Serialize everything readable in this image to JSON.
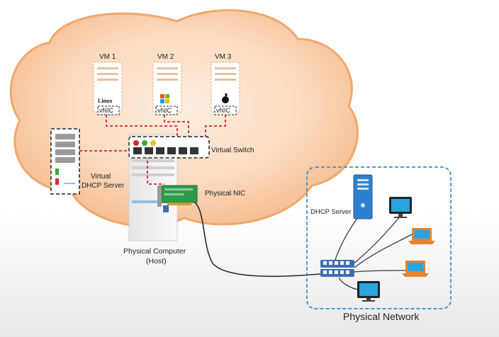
{
  "virtual_machines": [
    {
      "label": "VM 1",
      "os_label": "Linux",
      "nic_label": "vNIC"
    },
    {
      "label": "VM 2",
      "os_label": "",
      "nic_label": "vNIC"
    },
    {
      "label": "VM 3",
      "os_label": "",
      "nic_label": "vNIC"
    }
  ],
  "virtual_switch": {
    "label": "Virtual Switch"
  },
  "virtual_dhcp": {
    "label_line1": "Virtual",
    "label_line2": "DHCP Server"
  },
  "physical_nic": {
    "label": "Physical NIC"
  },
  "host": {
    "label_line1": "Physical Computer",
    "label_line2": "(Host)"
  },
  "physical_network": {
    "label": "Physical Network",
    "dhcp_label": "DHCP Server"
  },
  "colors": {
    "cloud_edge": "#f0a86a",
    "cloud_fill": "#f7c8a0",
    "virtual_link": "#d9262a",
    "physical_link": "#2b2b2b",
    "network_border": "#3b8fc4",
    "switch_blue": "#3d6fb0",
    "dhcp_server_blue": "#2f7fd0",
    "monitor_screen": "#2aa4de",
    "laptop_orange": "#e8822a",
    "nic_card_green": "#2f9a4a"
  }
}
